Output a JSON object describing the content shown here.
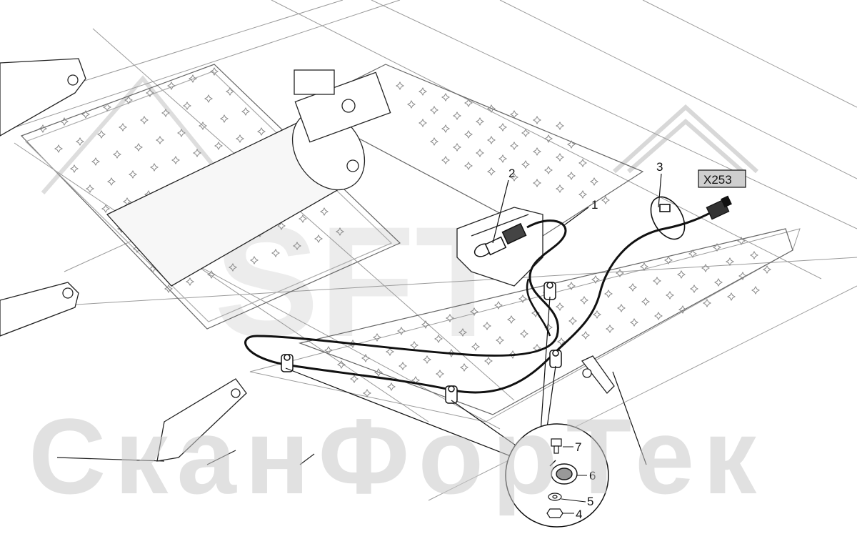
{
  "diagram": {
    "watermark_text": "СканФорТек",
    "watermark_logo_text": "SFT",
    "connector_tag": "X253",
    "callouts": {
      "c1": "1",
      "c2": "2",
      "c3": "3",
      "c4": "4",
      "c5": "5",
      "c6": "6",
      "c7": "7"
    },
    "colors": {
      "line": "#222222",
      "light_line": "#9a9a9a",
      "harness": "#111111",
      "tag_fill": "#cfcfcf",
      "watermark": "#c9c9c9"
    }
  }
}
